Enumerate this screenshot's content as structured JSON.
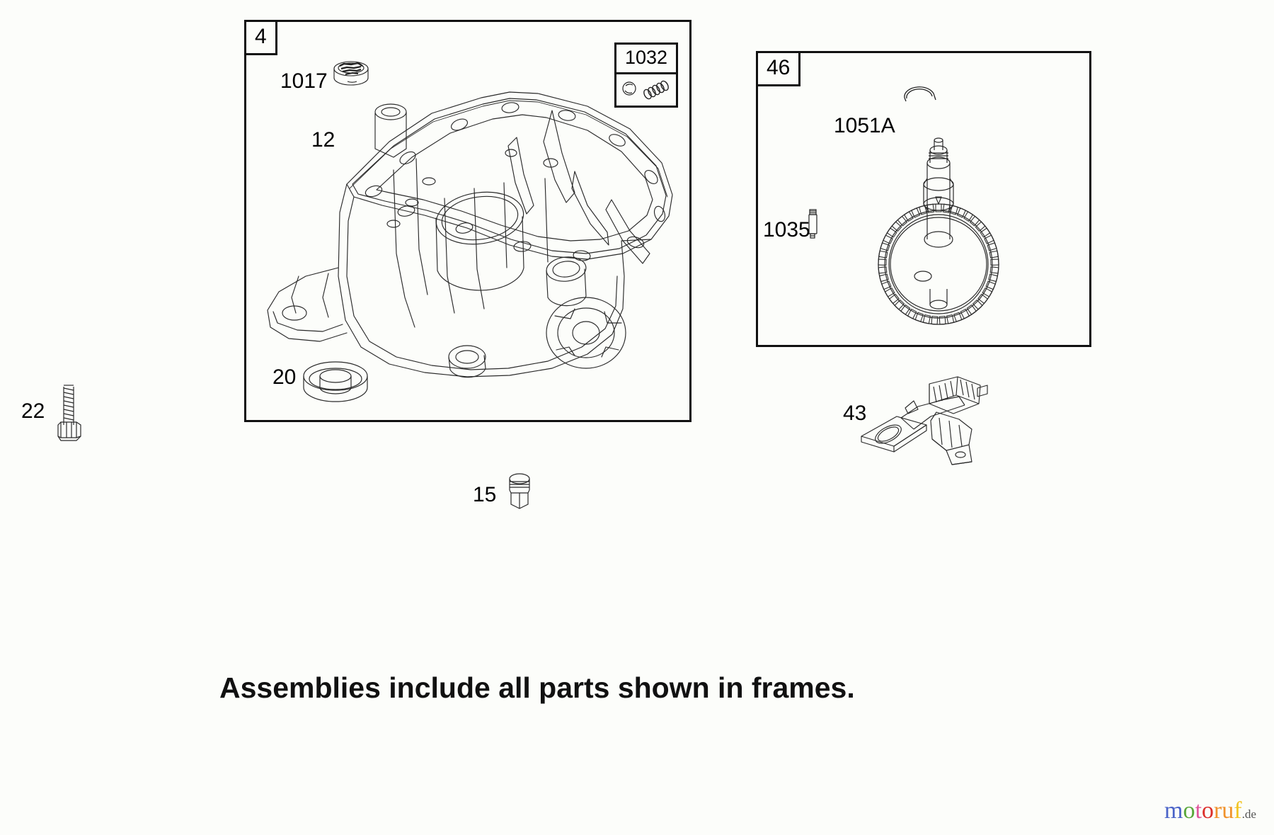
{
  "page": {
    "background_color": "#fcfdfa",
    "line_color": "#111111",
    "caption": "Assemblies include all parts shown in frames."
  },
  "frames": [
    {
      "id": "frame-4",
      "tag": "4"
    },
    {
      "id": "frame-46",
      "tag": "46"
    }
  ],
  "insets": [
    {
      "id": "inset-1032",
      "tag": "1032",
      "contents": "ball-and-spring"
    }
  ],
  "parts": [
    {
      "ref": "1017",
      "name": "oil-fill-cap",
      "frame": "4"
    },
    {
      "ref": "12",
      "name": "crankcase-sump",
      "frame": "4"
    },
    {
      "ref": "20",
      "name": "oil-seal",
      "frame": "4"
    },
    {
      "ref": "22",
      "name": "hex-head-bolt",
      "frame": null
    },
    {
      "ref": "15",
      "name": "threaded-plug",
      "frame": null
    },
    {
      "ref": "1051A",
      "name": "camshaft-gear-assembly",
      "frame": "46"
    },
    {
      "ref": "1035",
      "name": "valve-tappet",
      "frame": "46"
    },
    {
      "ref": "43",
      "name": "breather-assembly",
      "frame": null
    }
  ],
  "watermark": {
    "letters": [
      {
        "char": "m",
        "color": "#4a63c8"
      },
      {
        "char": "o",
        "color": "#5aa83c"
      },
      {
        "char": "t",
        "color": "#e0559c"
      },
      {
        "char": "o",
        "color": "#dc2f2a"
      },
      {
        "char": "r",
        "color": "#f0922b"
      },
      {
        "char": "u",
        "color": "#f0922b"
      },
      {
        "char": "f",
        "color": "#f2c523"
      }
    ],
    "suffix": ".de",
    "suffix_color": "#555555",
    "dot_color": "#bbbbbb"
  }
}
